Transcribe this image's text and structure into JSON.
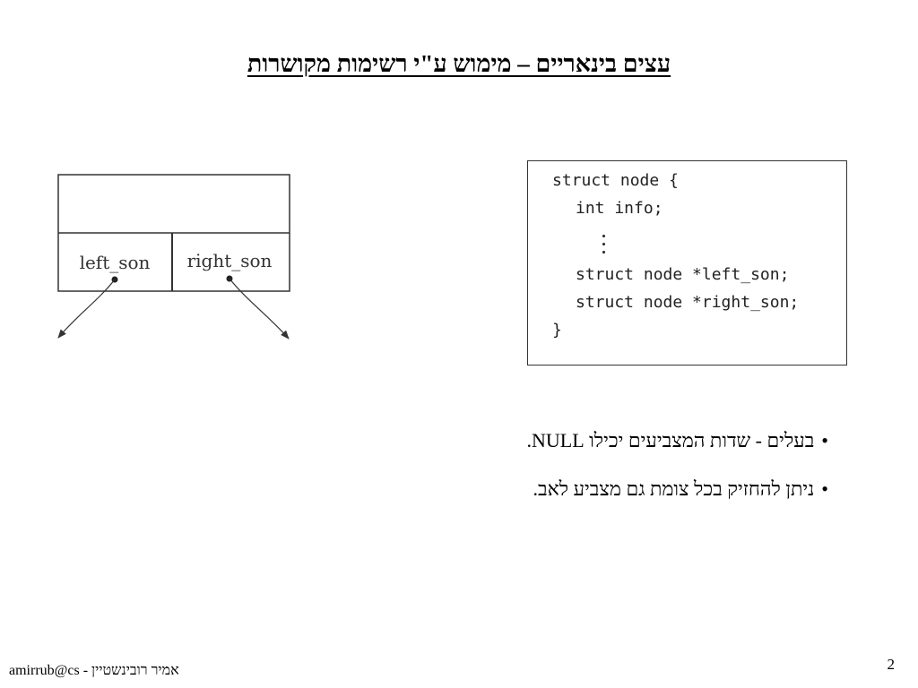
{
  "slide": {
    "title": "עצים בינאריים – מימוש ע\"י רשימות מקושרות",
    "diagram": {
      "left_field_label": "left_son",
      "right_field_label": "right_son"
    },
    "code": {
      "line1": "struct node {",
      "line2": "int info;",
      "line3": "struct node *left_son;",
      "line4": "struct node *right_son;",
      "line5": "}"
    },
    "bullets": [
      {
        "marker": "•",
        "text": "בעלים - שדות המצביעים יכילו NULL."
      },
      {
        "marker": "•",
        "text": "ניתן להחזיק בכל צומת גם מצביע לאב."
      }
    ],
    "footer_author": "amirrub@cs - אמיר רובינשטיין",
    "page_number": "2"
  }
}
